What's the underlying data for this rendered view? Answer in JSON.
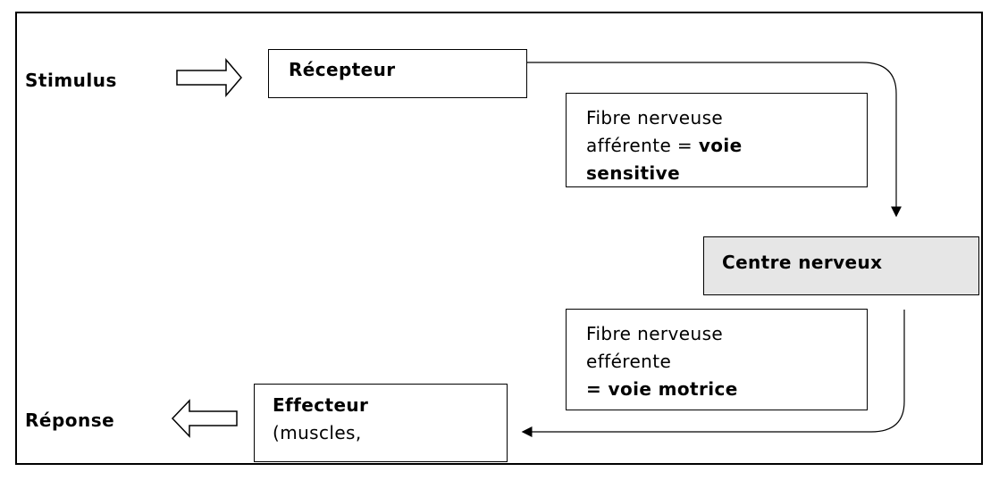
{
  "diagram": {
    "stimulus": "Stimulus",
    "response": "Réponse",
    "receptor": "Récepteur",
    "afferent": {
      "line1": "Fibre nerveuse",
      "line2": "afférente = ",
      "line2_bold": "voie",
      "line3_bold": "sensitive"
    },
    "center": "Centre nerveux",
    "efferent": {
      "line1": "Fibre nerveuse",
      "line2": "efférente",
      "line3_bold": "= voie motrice"
    },
    "effector": {
      "title": "Effecteur",
      "detail": "(muscles,"
    },
    "colors": {
      "center_fill": "#e6e6e6",
      "line": "#000000"
    }
  }
}
